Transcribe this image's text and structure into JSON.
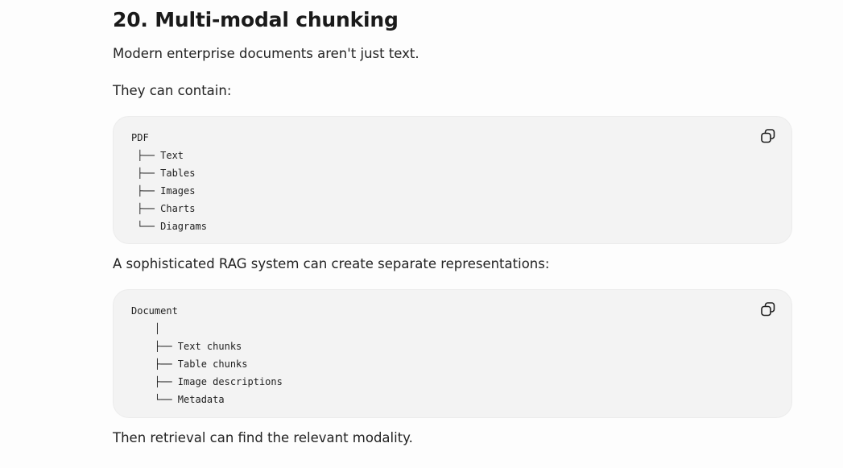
{
  "section": {
    "heading": "20. Multi-modal chunking",
    "intro": "Modern enterprise documents aren't just text.",
    "contain_line": "They can contain:",
    "code_block_1": {
      "lines": [
        "PDF",
        " ├── Text",
        " ├── Tables",
        " ├── Images",
        " ├── Charts",
        " └── Diagrams"
      ]
    },
    "rag_line": "A sophisticated RAG system can create separate representations:",
    "code_block_2": {
      "lines": [
        "Document",
        "    │",
        "    ├── Text chunks",
        "    ├── Table chunks",
        "    ├── Image descriptions",
        "    └── Metadata"
      ]
    },
    "closing": "Then retrieval can find the relevant modality."
  },
  "icons": {
    "copy": "copy-icon"
  }
}
